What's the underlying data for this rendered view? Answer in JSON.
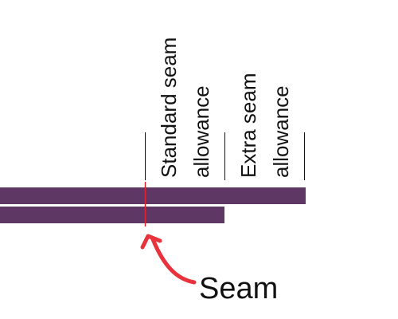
{
  "labels": {
    "standard_line1": "Standard seam",
    "standard_line2": "allowance",
    "extra_line1": "Extra seam",
    "extra_line2": "allowance",
    "seam": "Seam"
  },
  "colors": {
    "fabric": "#5e3765",
    "seam_line": "#e3222b",
    "arrow": "#e8323c",
    "divider": "#111111",
    "text": "#111111",
    "background": "#ffffff"
  }
}
